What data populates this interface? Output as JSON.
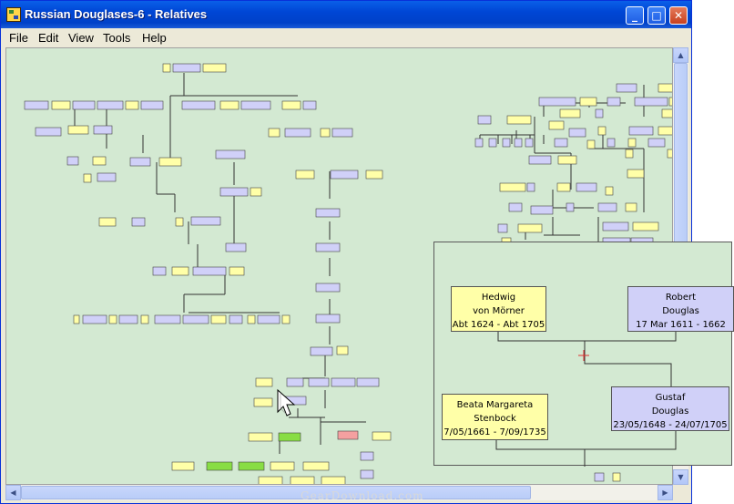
{
  "window": {
    "title": "Russian Douglases-6 - Relatives"
  },
  "title_buttons": {
    "minimize": "_",
    "maximize": "□",
    "close": "✕"
  },
  "menu": [
    "File",
    "Edit",
    "View",
    "Tools",
    "Help"
  ],
  "popup": {
    "hedwig": {
      "line1": "Hedwig",
      "line2": "von Mörner",
      "line3": "Abt 1624 - Abt 1705"
    },
    "robert": {
      "line1": "Robert",
      "line2": "Douglas",
      "line3": "17 Mar 1611 - 1662"
    },
    "beata": {
      "line1": "Beata Margareta",
      "line2": "Stenbock",
      "line3": "7/05/1661 - 7/09/1735"
    },
    "gustaf": {
      "line1": "Gustaf",
      "line2": "Douglas",
      "line3": "23/05/1648 - 24/07/1705"
    }
  },
  "colors": {
    "canvas": "#d3e9d2",
    "female": "#ffffa8",
    "male": "#d0d0f8",
    "highlight_green": "#88dd44",
    "highlight_red": "#f4a0a0"
  },
  "icons": {
    "app": "family-tree-icon",
    "cursor": "arrow-cursor-icon",
    "center_mark": "plus-marker-icon"
  },
  "watermark": "GearDownload.com"
}
